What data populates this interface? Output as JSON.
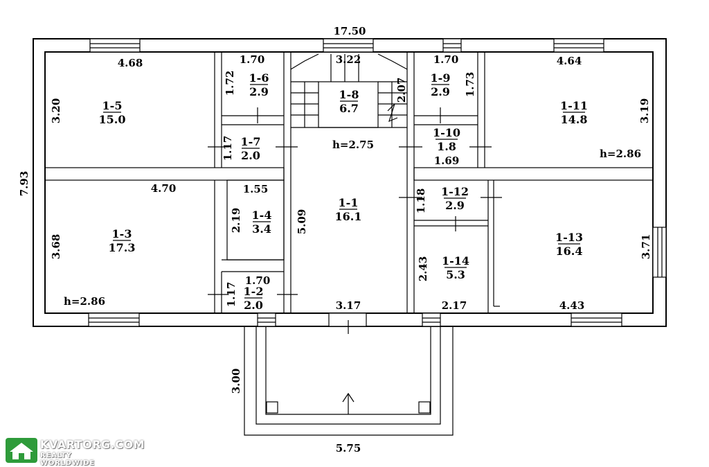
{
  "overall": {
    "width": "17.50",
    "depth": "7.93",
    "porch_depth": "3.00",
    "porch_width": "5.75"
  },
  "rooms": [
    {
      "id": "1-1",
      "label": "1-1",
      "area": "16.1"
    },
    {
      "id": "1-2",
      "label": "1-2",
      "area": "2.0"
    },
    {
      "id": "1-3",
      "label": "1-3",
      "area": "17.3"
    },
    {
      "id": "1-4",
      "label": "1-4",
      "area": "3.4"
    },
    {
      "id": "1-5",
      "label": "1-5",
      "area": "15.0"
    },
    {
      "id": "1-6",
      "label": "1-6",
      "area": "2.9"
    },
    {
      "id": "1-7",
      "label": "1-7",
      "area": "2.0"
    },
    {
      "id": "1-8",
      "label": "1-8",
      "area": "6.7"
    },
    {
      "id": "1-9",
      "label": "1-9",
      "area": "2.9"
    },
    {
      "id": "1-10",
      "label": "1-10",
      "area": "1.8"
    },
    {
      "id": "1-11",
      "label": "1-11",
      "area": "14.8"
    },
    {
      "id": "1-12",
      "label": "1-12",
      "area": "2.9"
    },
    {
      "id": "1-13",
      "label": "1-13",
      "area": "16.4"
    },
    {
      "id": "1-14",
      "label": "1-14",
      "area": "5.3"
    }
  ],
  "dimensions": {
    "r15_w": "4.68",
    "r15_h": "3.20",
    "r16_w": "1.70",
    "r16_h": "1.72",
    "stair_w": "3.22",
    "stair_h": "2.07",
    "r19_w": "1.70",
    "r19_h": "1.73",
    "r111_w": "4.64",
    "r111_h": "3.19",
    "r17_h": "1.17",
    "r110_w": "1.69",
    "r13_w": "4.70",
    "r13_h": "3.68",
    "r14_w": "1.55",
    "r14_h": "2.19",
    "r11_h": "5.09",
    "r112_h": "1.18",
    "r12_w": "1.70",
    "r12_h": "1.17",
    "r114_h": "2.43",
    "r113_h": "3.71",
    "r11_w": "3.17",
    "r114_w": "2.17",
    "r113_w": "4.43"
  },
  "heights": {
    "hall": "h=2.75",
    "east": "h=2.86",
    "west": "h=2.86"
  },
  "logo": {
    "name": "KVARTORG.COM",
    "tagline": "REALTY WORLDWIDE",
    "color": "#2e9b3a"
  }
}
